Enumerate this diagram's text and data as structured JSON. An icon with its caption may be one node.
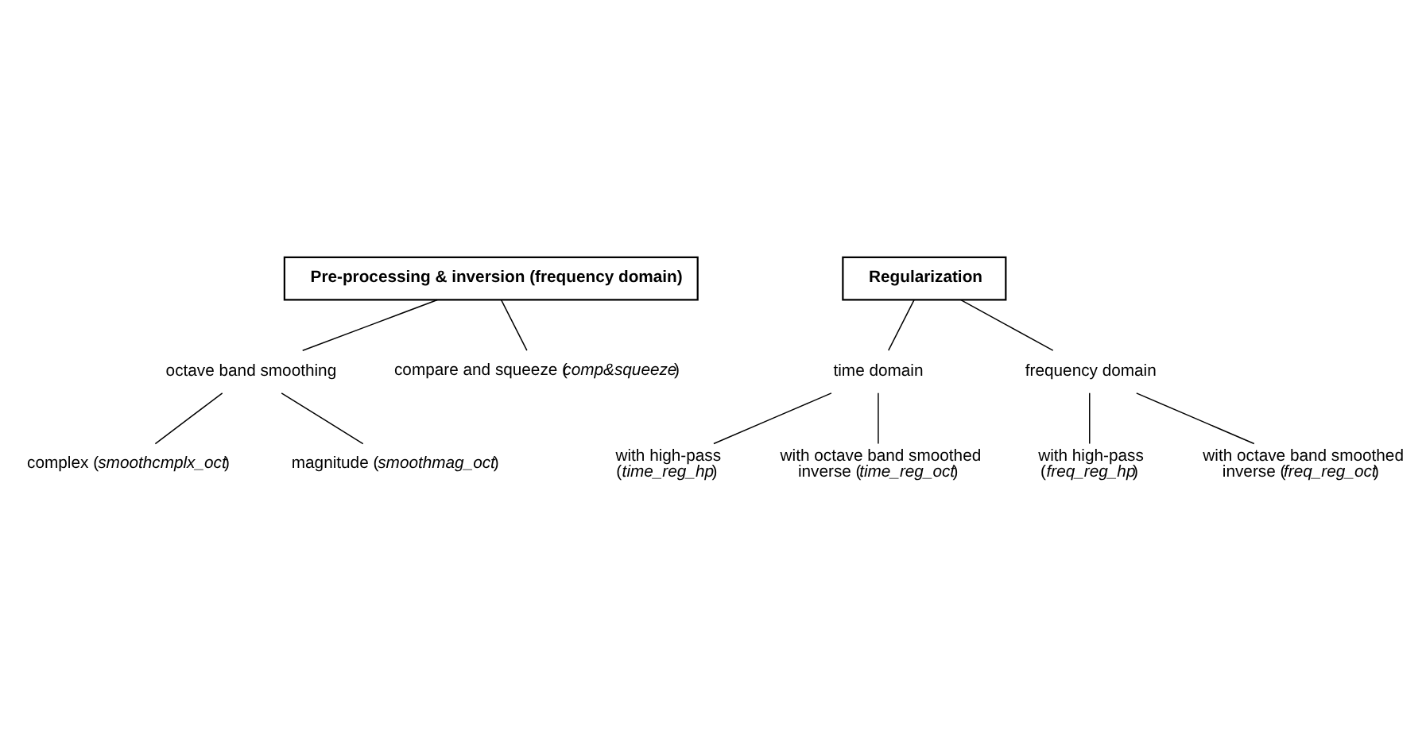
{
  "diagram": {
    "nodes": [
      {
        "text": [
          "Pre-processing & inversion (frequency domain)"
        ]
      },
      {
        "text": [
          "octave band smoothing"
        ]
      },
      {
        "text": [
          "compare and squeeze (*comp&squeeze*)"
        ]
      },
      {
        "text": [
          "complex (*smoothcmplx_oct*)"
        ]
      },
      {
        "text": [
          "magnitude (*smoothmag_oct*)"
        ]
      },
      {
        "text": [
          "Regularization"
        ]
      },
      {
        "text": [
          "time domain"
        ]
      },
      {
        "text": [
          "frequency domain"
        ]
      },
      {
        "text": [
          "with high-pass (*time_reg_hp*)"
        ]
      },
      {
        "text": [
          "with octave band smoothed inverse (*time_reg_oct*)"
        ]
      },
      {
        "text": [
          "with high-pass (*freq_reg_hp*)"
        ]
      },
      {
        "text": [
          "with octave band smoothed inverse (*freq_reg_oct*)"
        ]
      }
    ],
    "edges": [
      {
        "from": 0,
        "to": 1,
        "arrow": "none"
      },
      {
        "from": 0,
        "to": 2,
        "arrow": "none"
      },
      {
        "from": 1,
        "to": 3,
        "arrow": "none"
      },
      {
        "from": 1,
        "to": 4,
        "arrow": "none"
      },
      {
        "from": 5,
        "to": 6,
        "arrow": "none"
      },
      {
        "from": 5,
        "to": 7,
        "arrow": "none"
      },
      {
        "from": 6,
        "to": 8,
        "arrow": "none"
      },
      {
        "from": 6,
        "to": 9,
        "arrow": "none"
      },
      {
        "from": 7,
        "to": 10,
        "arrow": "none"
      },
      {
        "from": 7,
        "to": 11,
        "arrow": "none"
      }
    ]
  }
}
